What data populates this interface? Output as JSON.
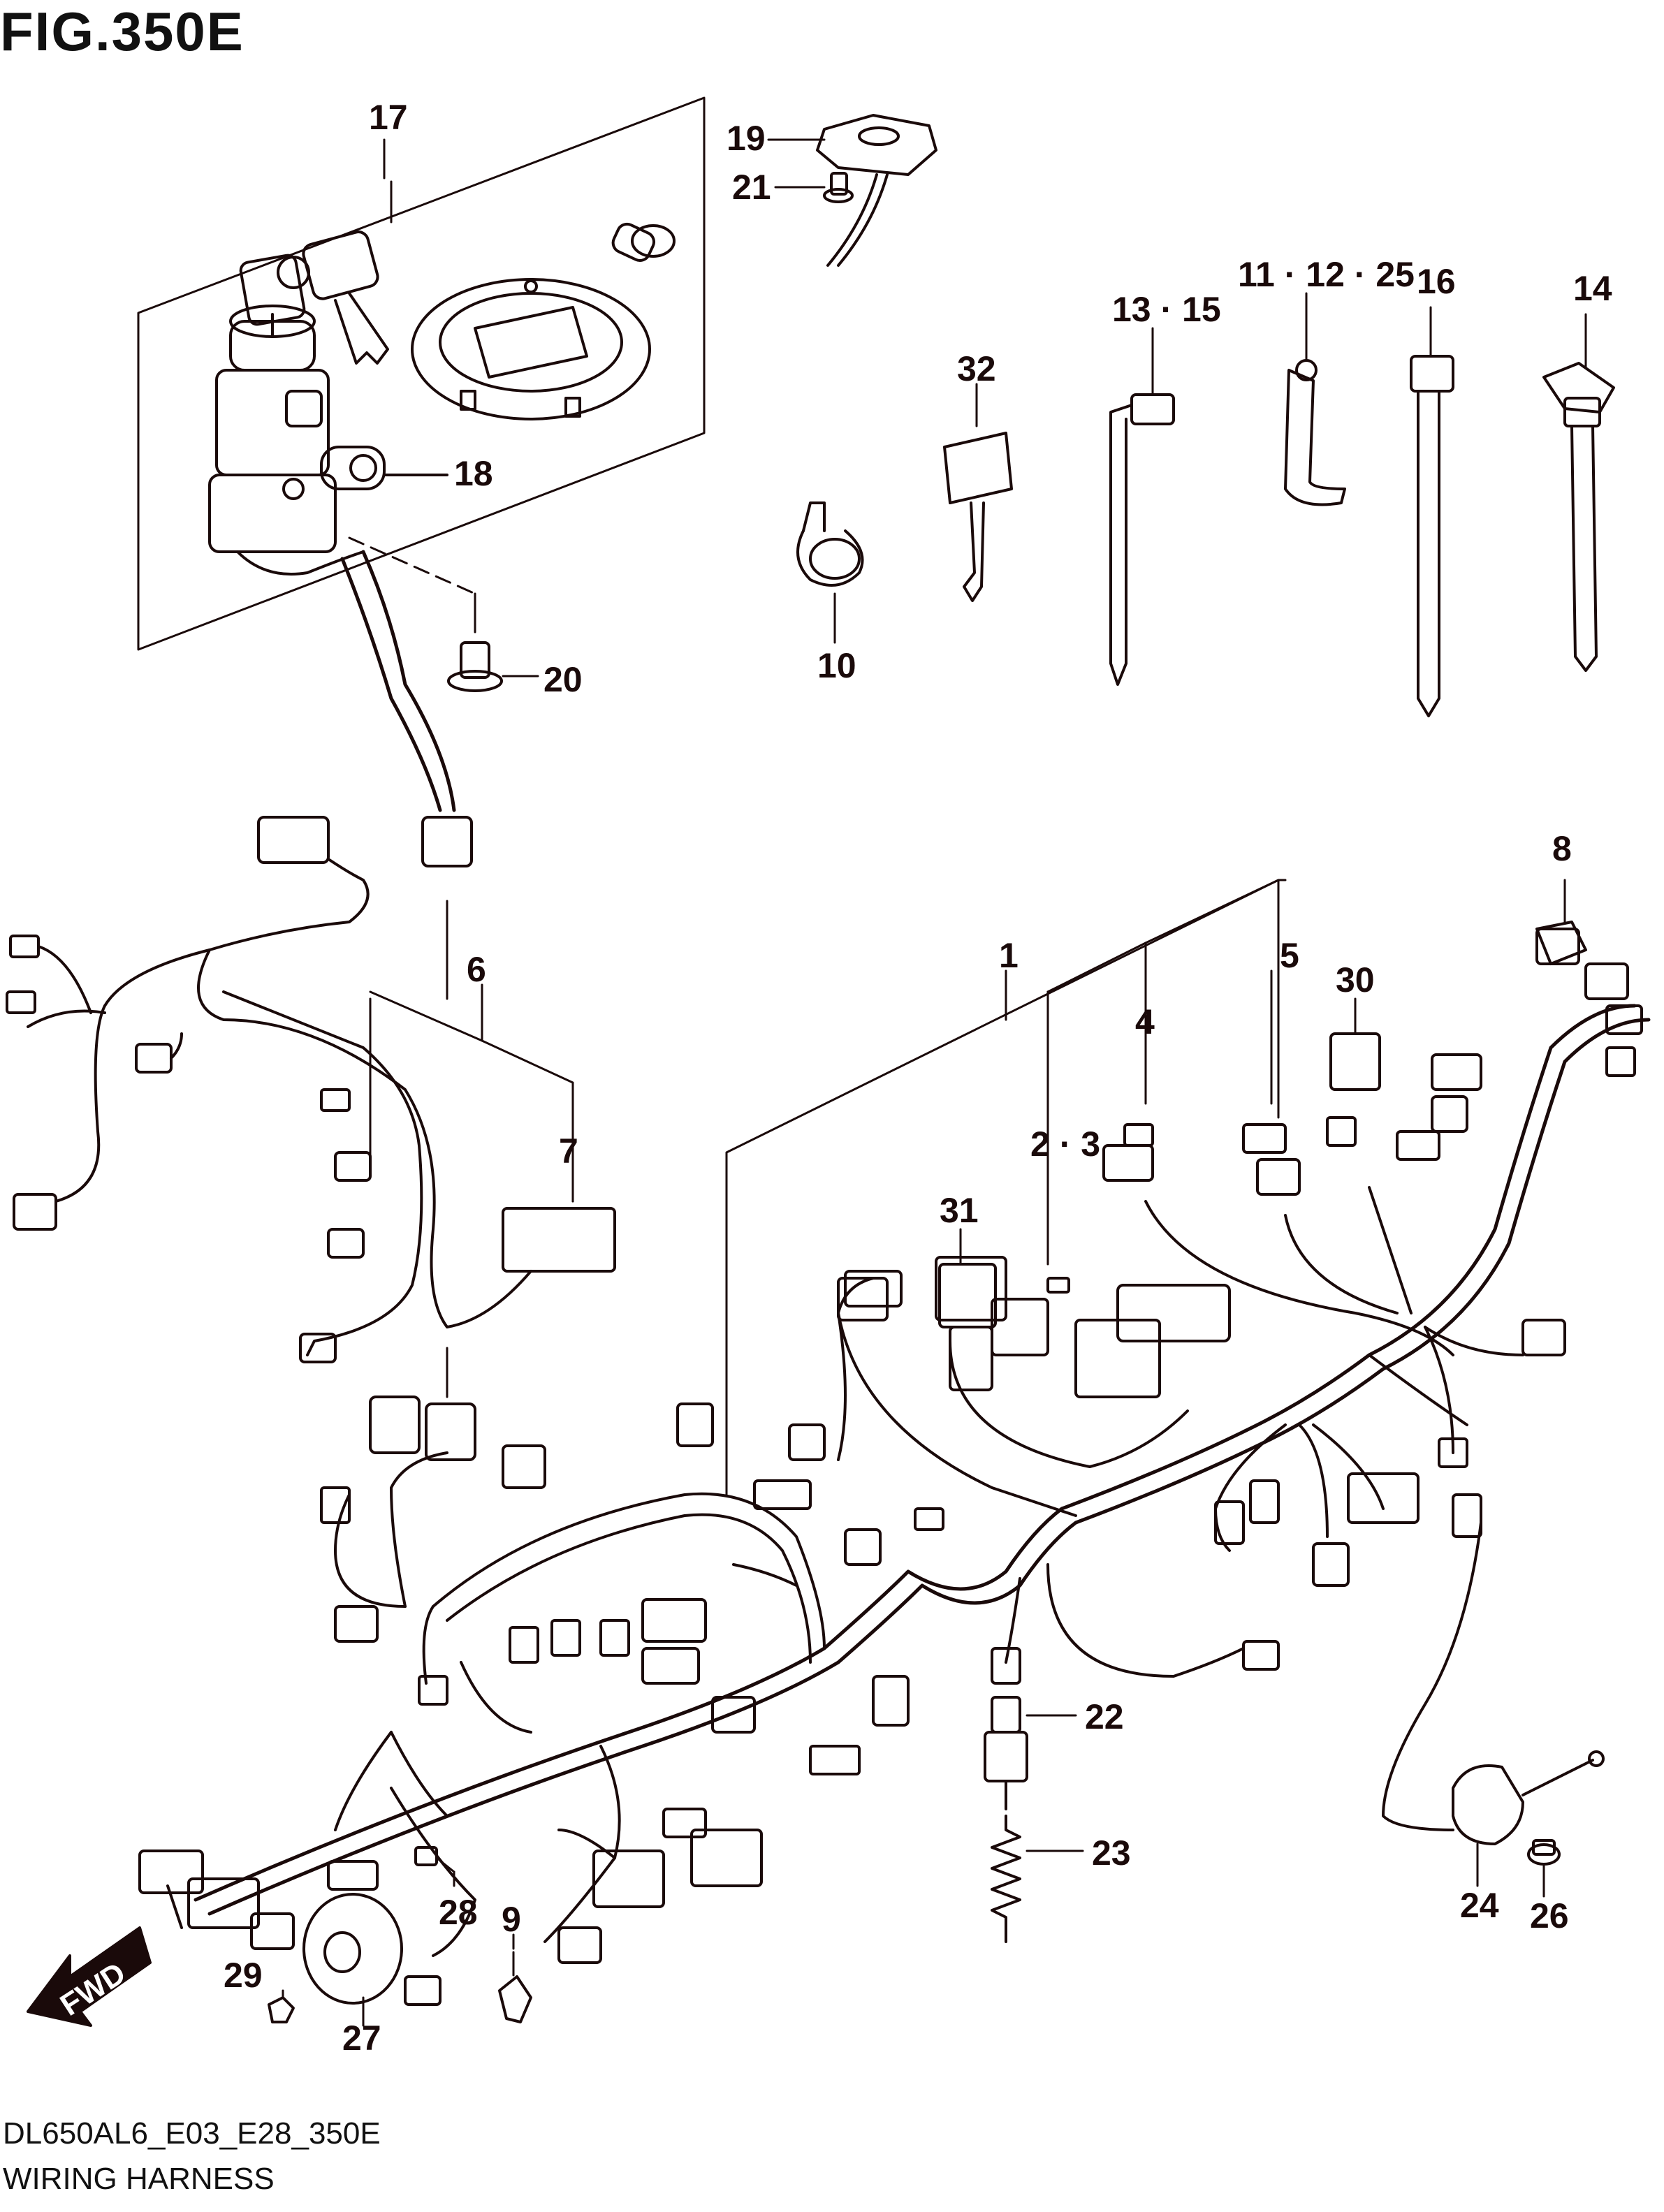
{
  "figure": {
    "title": "FIG.350E",
    "code": "DL650AL6_E03_E28_350E",
    "name": "WIRING HARNESS",
    "fwd_label": "FWD"
  },
  "callouts": [
    {
      "id": "c1",
      "text": "1"
    },
    {
      "id": "c23",
      "text": "2 · 3"
    },
    {
      "id": "c4",
      "text": "4"
    },
    {
      "id": "c5",
      "text": "5"
    },
    {
      "id": "c6",
      "text": "6"
    },
    {
      "id": "c7",
      "text": "7"
    },
    {
      "id": "c8",
      "text": "8"
    },
    {
      "id": "c9",
      "text": "9"
    },
    {
      "id": "c10",
      "text": "10"
    },
    {
      "id": "c111225",
      "text": "11 · 12 · 25"
    },
    {
      "id": "c1315",
      "text": "13 · 15"
    },
    {
      "id": "c14",
      "text": "14"
    },
    {
      "id": "c16",
      "text": "16"
    },
    {
      "id": "c17",
      "text": "17"
    },
    {
      "id": "c18",
      "text": "18"
    },
    {
      "id": "c19",
      "text": "19"
    },
    {
      "id": "c20",
      "text": "20"
    },
    {
      "id": "c21",
      "text": "21"
    },
    {
      "id": "c22",
      "text": "22"
    },
    {
      "id": "c23b",
      "text": "23"
    },
    {
      "id": "c24",
      "text": "24"
    },
    {
      "id": "c26",
      "text": "26"
    },
    {
      "id": "c27",
      "text": "27"
    },
    {
      "id": "c28",
      "text": "28"
    },
    {
      "id": "c29",
      "text": "29"
    },
    {
      "id": "c30",
      "text": "30"
    },
    {
      "id": "c31",
      "text": "31"
    },
    {
      "id": "c32",
      "text": "32"
    }
  ]
}
